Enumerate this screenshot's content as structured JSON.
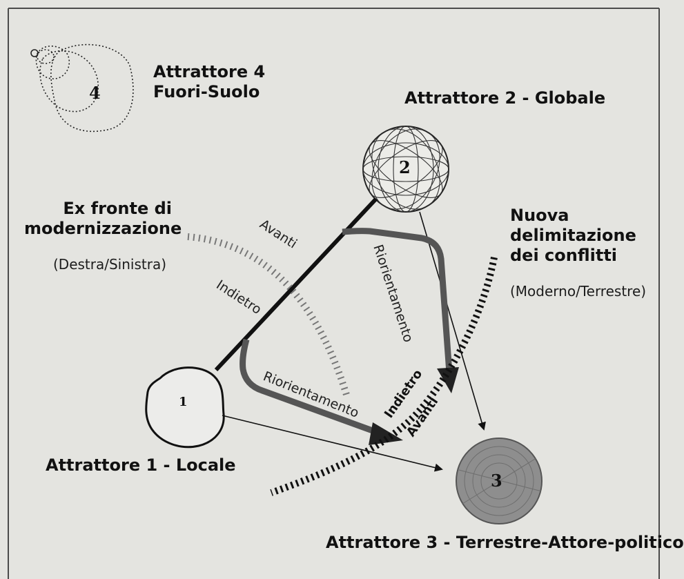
{
  "attractor_4": {
    "number": "4",
    "title_line1": "Attrattore 4",
    "title_line2": "Fuori-Suolo"
  },
  "attractor_2": {
    "number": "2",
    "title": "Attrattore 2 - Globale"
  },
  "attractor_1": {
    "number": "1",
    "title": "Attrattore 1 - Locale"
  },
  "attractor_3": {
    "number": "3",
    "title": "Attrattore 3 - Terrestre-Attore-politico"
  },
  "old_front": {
    "title_line1": "Ex fronte di",
    "title_line2": "modernizzazione",
    "subtitle": "(Destra/Sinistra)",
    "forward": "Avanti",
    "backward": "Indietro"
  },
  "new_front": {
    "title_line1": "Nuova",
    "title_line2": "delimitazione",
    "title_line3": "dei conflitti",
    "subtitle": "(Moderno/Terrestre)",
    "backward": "Indietro",
    "forward": "Avanti"
  },
  "reorientation_upper": "Riorientamento",
  "reorientation_lower": "Riorientamento",
  "colors": {
    "ink": "#111111",
    "paper": "#e4e4e0",
    "terrestrial_fill": "#8e8e8e",
    "frame": "#4a4a4a"
  }
}
